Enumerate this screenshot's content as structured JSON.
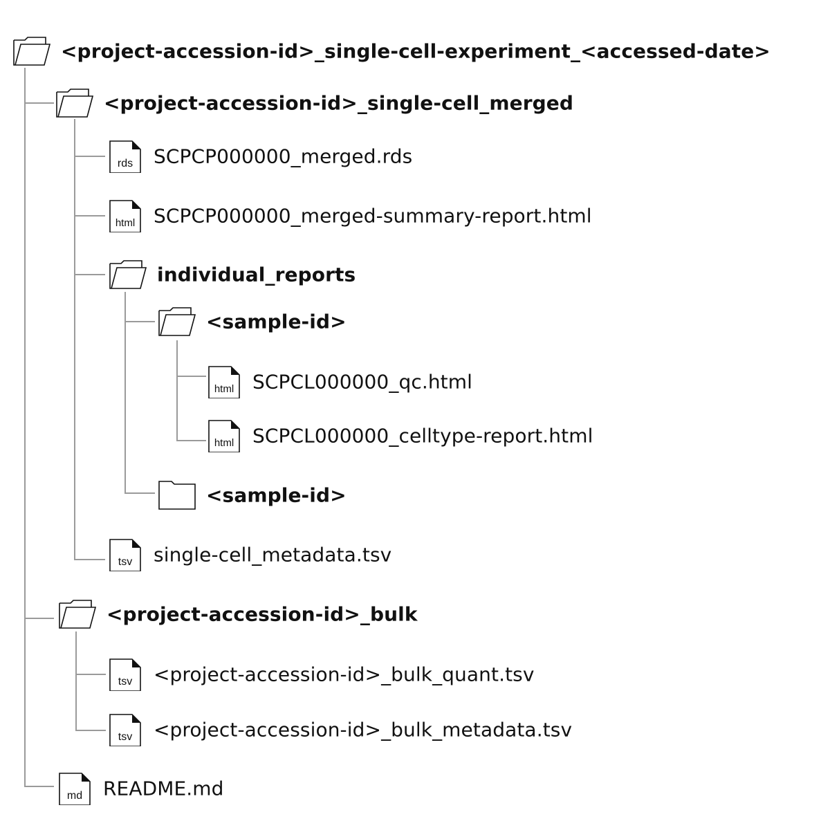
{
  "tree": {
    "root": {
      "label": "<project-accession-id>_single-cell-experiment_<accessed-date>",
      "icon": "folder-open-icon",
      "children": {
        "merged": {
          "label": "<project-accession-id>_single-cell_merged",
          "icon": "folder-open-icon",
          "children": {
            "rds": {
              "label": "SCPCP000000_merged.rds",
              "icon": "file-icon",
              "ext": "rds"
            },
            "summary": {
              "label": "SCPCP000000_merged-summary-report.html",
              "icon": "file-icon",
              "ext": "html"
            },
            "individual_reports": {
              "label": "individual_reports",
              "icon": "folder-open-icon",
              "children": {
                "sample1": {
                  "label": "<sample-id>",
                  "icon": "folder-open-icon",
                  "children": {
                    "qc": {
                      "label": "SCPCL000000_qc.html",
                      "icon": "file-icon",
                      "ext": "html"
                    },
                    "celltype": {
                      "label": "SCPCL000000_celltype-report.html",
                      "icon": "file-icon",
                      "ext": "html"
                    }
                  }
                },
                "sample2": {
                  "label": "<sample-id>",
                  "icon": "folder-closed-icon"
                }
              }
            },
            "metadata": {
              "label": "single-cell_metadata.tsv",
              "icon": "file-icon",
              "ext": "tsv"
            }
          }
        },
        "bulk": {
          "label": "<project-accession-id>_bulk",
          "icon": "folder-open-icon",
          "children": {
            "quant": {
              "label": "<project-accession-id>_bulk_quant.tsv",
              "icon": "file-icon",
              "ext": "tsv"
            },
            "bulk_metadata": {
              "label": "<project-accession-id>_bulk_metadata.tsv",
              "icon": "file-icon",
              "ext": "tsv"
            }
          }
        },
        "readme": {
          "label": "README.md",
          "icon": "file-icon",
          "ext": "md"
        }
      }
    }
  },
  "colors": {
    "line": "#9a9a9a",
    "icon_stroke": "#111111",
    "text": "#111111",
    "background": "#ffffff"
  }
}
